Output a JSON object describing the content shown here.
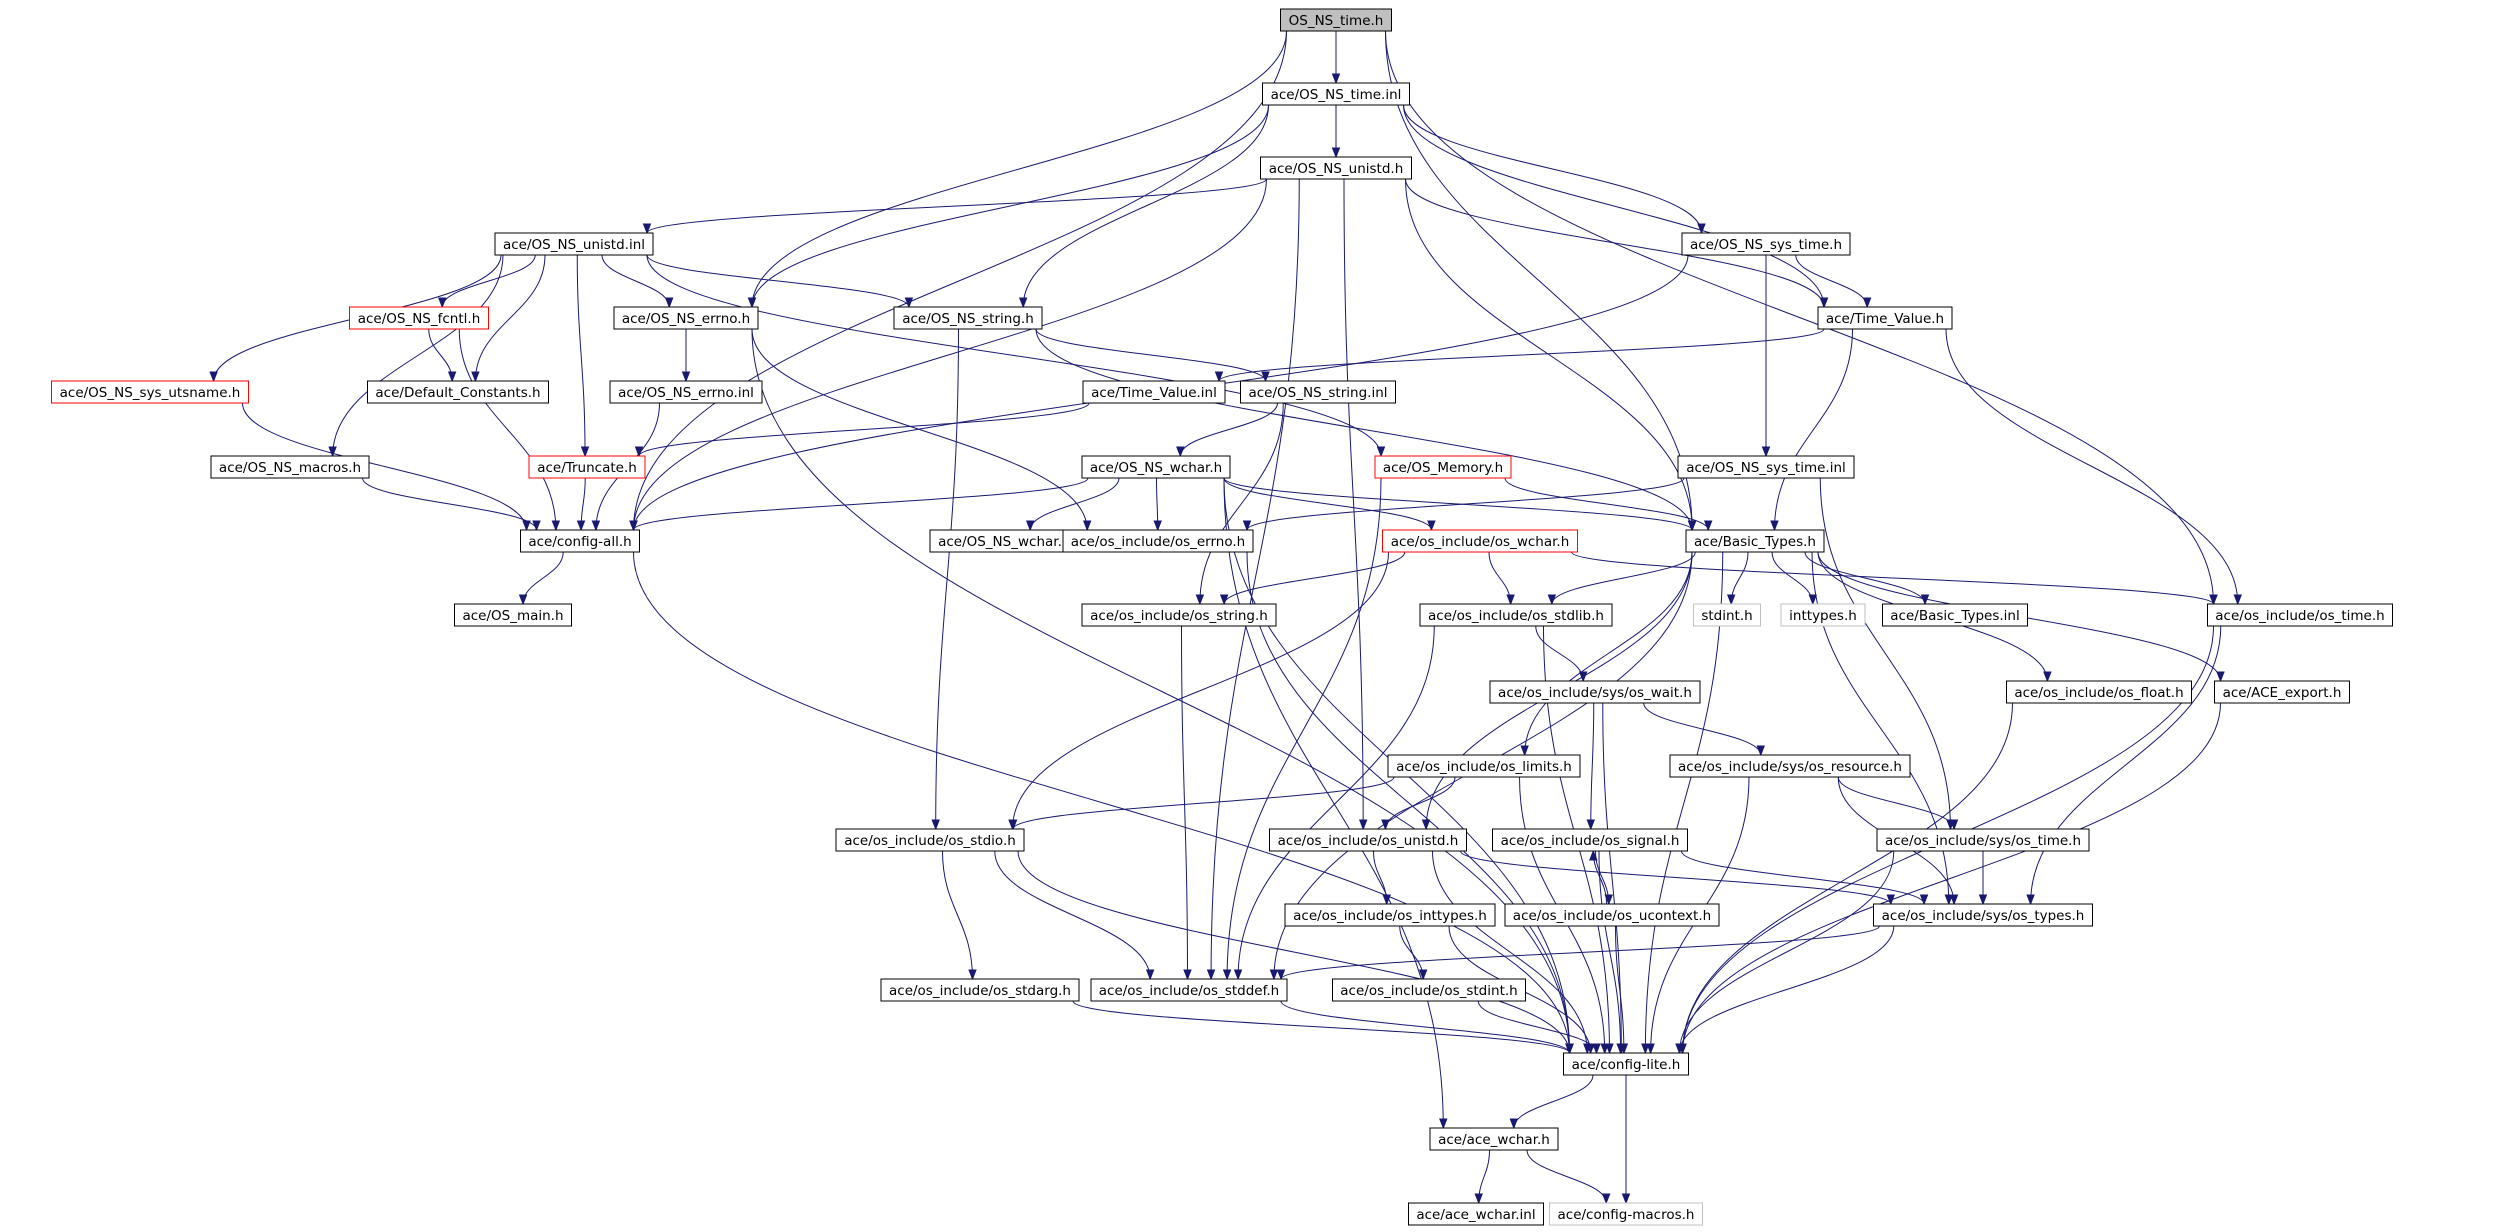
{
  "nodes": [
    {
      "id": "n_os_ns_time_h",
      "label": "OS_NS_time.h",
      "style": "root"
    },
    {
      "id": "n_os_ns_time_inl",
      "label": "ace/OS_NS_time.inl",
      "style": "normal"
    },
    {
      "id": "n_os_ns_unistd_h",
      "label": "ace/OS_NS_unistd.h",
      "style": "normal"
    },
    {
      "id": "n_os_ns_unistd_inl",
      "label": "ace/OS_NS_unistd.inl",
      "style": "normal"
    },
    {
      "id": "n_os_ns_sys_time_h",
      "label": "ace/OS_NS_sys_time.h",
      "style": "normal"
    },
    {
      "id": "n_os_ns_fcntl_h",
      "label": "ace/OS_NS_fcntl.h",
      "style": "red"
    },
    {
      "id": "n_os_ns_errno_h",
      "label": "ace/OS_NS_errno.h",
      "style": "normal"
    },
    {
      "id": "n_os_ns_string_h",
      "label": "ace/OS_NS_string.h",
      "style": "normal"
    },
    {
      "id": "n_time_value_h",
      "label": "ace/Time_Value.h",
      "style": "normal"
    },
    {
      "id": "n_os_ns_sys_utsname_h",
      "label": "ace/OS_NS_sys_utsname.h",
      "style": "red"
    },
    {
      "id": "n_default_constants_h",
      "label": "ace/Default_Constants.h",
      "style": "normal"
    },
    {
      "id": "n_os_ns_errno_inl",
      "label": "ace/OS_NS_errno.inl",
      "style": "normal"
    },
    {
      "id": "n_time_value_inl",
      "label": "ace/Time_Value.inl",
      "style": "normal"
    },
    {
      "id": "n_os_ns_string_inl",
      "label": "ace/OS_NS_string.inl",
      "style": "normal"
    },
    {
      "id": "n_os_ns_macros_h",
      "label": "ace/OS_NS_macros.h",
      "style": "normal"
    },
    {
      "id": "n_truncate_h",
      "label": "ace/Truncate.h",
      "style": "red"
    },
    {
      "id": "n_os_ns_wchar_h",
      "label": "ace/OS_NS_wchar.h",
      "style": "normal"
    },
    {
      "id": "n_os_memory_h",
      "label": "ace/OS_Memory.h",
      "style": "red"
    },
    {
      "id": "n_os_ns_sys_time_inl",
      "label": "ace/OS_NS_sys_time.inl",
      "style": "normal"
    },
    {
      "id": "n_config_all_h",
      "label": "ace/config-all.h",
      "style": "normal"
    },
    {
      "id": "n_os_ns_wchar_inl",
      "label": "ace/OS_NS_wchar.inl",
      "style": "normal"
    },
    {
      "id": "n_os_errno_h",
      "label": "ace/os_include/os_errno.h",
      "style": "normal"
    },
    {
      "id": "n_os_wchar_h",
      "label": "ace/os_include/os_wchar.h",
      "style": "red"
    },
    {
      "id": "n_basic_types_h",
      "label": "ace/Basic_Types.h",
      "style": "normal"
    },
    {
      "id": "n_os_main_h",
      "label": "ace/OS_main.h",
      "style": "normal"
    },
    {
      "id": "n_os_string_h",
      "label": "ace/os_include/os_string.h",
      "style": "normal"
    },
    {
      "id": "n_os_stdlib_h",
      "label": "ace/os_include/os_stdlib.h",
      "style": "normal"
    },
    {
      "id": "n_stdint_h",
      "label": "stdint.h",
      "style": "gray"
    },
    {
      "id": "n_inttypes_h",
      "label": "inttypes.h",
      "style": "gray"
    },
    {
      "id": "n_basic_types_inl",
      "label": "ace/Basic_Types.inl",
      "style": "normal"
    },
    {
      "id": "n_os_time_h",
      "label": "ace/os_include/os_time.h",
      "style": "normal"
    },
    {
      "id": "n_sys_os_wait_h",
      "label": "ace/os_include/sys/os_wait.h",
      "style": "normal"
    },
    {
      "id": "n_os_float_h",
      "label": "ace/os_include/os_float.h",
      "style": "normal"
    },
    {
      "id": "n_ace_export_h",
      "label": "ace/ACE_export.h",
      "style": "normal"
    },
    {
      "id": "n_os_limits_h",
      "label": "ace/os_include/os_limits.h",
      "style": "normal"
    },
    {
      "id": "n_sys_os_resource_h",
      "label": "ace/os_include/sys/os_resource.h",
      "style": "normal"
    },
    {
      "id": "n_os_stdio_h",
      "label": "ace/os_include/os_stdio.h",
      "style": "normal"
    },
    {
      "id": "n_os_unistd_h",
      "label": "ace/os_include/os_unistd.h",
      "style": "normal"
    },
    {
      "id": "n_os_signal_h",
      "label": "ace/os_include/os_signal.h",
      "style": "normal"
    },
    {
      "id": "n_sys_os_time_h",
      "label": "ace/os_include/sys/os_time.h",
      "style": "normal"
    },
    {
      "id": "n_os_inttypes_h",
      "label": "ace/os_include/os_inttypes.h",
      "style": "normal"
    },
    {
      "id": "n_os_ucontext_h",
      "label": "ace/os_include/os_ucontext.h",
      "style": "normal"
    },
    {
      "id": "n_sys_os_types_h",
      "label": "ace/os_include/sys/os_types.h",
      "style": "normal"
    },
    {
      "id": "n_os_stdarg_h",
      "label": "ace/os_include/os_stdarg.h",
      "style": "normal"
    },
    {
      "id": "n_os_stddef_h",
      "label": "ace/os_include/os_stddef.h",
      "style": "normal"
    },
    {
      "id": "n_os_stdint_h",
      "label": "ace/os_include/os_stdint.h",
      "style": "normal"
    },
    {
      "id": "n_config_lite_h",
      "label": "ace/config-lite.h",
      "style": "normal"
    },
    {
      "id": "n_ace_wchar_h",
      "label": "ace/ace_wchar.h",
      "style": "normal"
    },
    {
      "id": "n_ace_wchar_inl",
      "label": "ace/ace_wchar.inl",
      "style": "normal"
    },
    {
      "id": "n_config_macros_h",
      "label": "ace/config-macros.h",
      "style": "gray"
    }
  ],
  "edges": [
    [
      "n_os_ns_time_h",
      "n_os_ns_time_inl"
    ],
    [
      "n_os_ns_time_h",
      "n_config_all_h"
    ],
    [
      "n_os_ns_time_h",
      "n_os_ns_errno_h"
    ],
    [
      "n_os_ns_time_h",
      "n_basic_types_h"
    ],
    [
      "n_os_ns_time_h",
      "n_os_time_h"
    ],
    [
      "n_os_ns_time_inl",
      "n_os_ns_unistd_h"
    ],
    [
      "n_os_ns_time_inl",
      "n_os_ns_errno_h"
    ],
    [
      "n_os_ns_time_inl",
      "n_os_ns_string_h"
    ],
    [
      "n_os_ns_time_inl",
      "n_os_ns_sys_time_h"
    ],
    [
      "n_os_ns_time_inl",
      "n_time_value_h"
    ],
    [
      "n_os_ns_unistd_h",
      "n_os_ns_unistd_inl"
    ],
    [
      "n_os_ns_unistd_h",
      "n_config_all_h"
    ],
    [
      "n_os_ns_unistd_h",
      "n_time_value_h"
    ],
    [
      "n_os_ns_unistd_h",
      "n_basic_types_h"
    ],
    [
      "n_os_ns_unistd_h",
      "n_os_unistd_h"
    ],
    [
      "n_os_ns_unistd_h",
      "n_os_stddef_h"
    ],
    [
      "n_os_ns_unistd_inl",
      "n_os_ns_sys_utsname_h"
    ],
    [
      "n_os_ns_unistd_inl",
      "n_os_ns_macros_h"
    ],
    [
      "n_os_ns_unistd_inl",
      "n_os_ns_fcntl_h"
    ],
    [
      "n_os_ns_unistd_inl",
      "n_default_constants_h"
    ],
    [
      "n_os_ns_unistd_inl",
      "n_os_ns_errno_h"
    ],
    [
      "n_os_ns_unistd_inl",
      "n_os_ns_string_h"
    ],
    [
      "n_os_ns_unistd_inl",
      "n_truncate_h"
    ],
    [
      "n_os_ns_unistd_inl",
      "n_os_memory_h"
    ],
    [
      "n_os_ns_sys_time_h",
      "n_time_value_h"
    ],
    [
      "n_os_ns_sys_time_h",
      "n_os_ns_sys_time_inl"
    ],
    [
      "n_os_ns_sys_time_h",
      "n_config_all_h"
    ],
    [
      "n_os_ns_fcntl_h",
      "n_default_constants_h"
    ],
    [
      "n_os_ns_fcntl_h",
      "n_config_all_h"
    ],
    [
      "n_os_ns_errno_h",
      "n_os_ns_errno_inl"
    ],
    [
      "n_os_ns_errno_h",
      "n_os_errno_h"
    ],
    [
      "n_os_ns_errno_h",
      "n_config_lite_h"
    ],
    [
      "n_os_ns_string_h",
      "n_os_ns_string_inl"
    ],
    [
      "n_os_ns_string_h",
      "n_basic_types_h"
    ],
    [
      "n_os_ns_string_h",
      "n_os_stdio_h"
    ],
    [
      "n_time_value_h",
      "n_time_value_inl"
    ],
    [
      "n_time_value_h",
      "n_basic_types_h"
    ],
    [
      "n_time_value_h",
      "n_os_time_h"
    ],
    [
      "n_os_ns_sys_utsname_h",
      "n_config_all_h"
    ],
    [
      "n_os_ns_errno_inl",
      "n_config_all_h"
    ],
    [
      "n_time_value_inl",
      "n_truncate_h"
    ],
    [
      "n_os_ns_string_inl",
      "n_os_ns_wchar_h"
    ],
    [
      "n_os_ns_string_inl",
      "n_os_string_h"
    ],
    [
      "n_os_ns_macros_h",
      "n_config_all_h"
    ],
    [
      "n_truncate_h",
      "n_config_all_h"
    ],
    [
      "n_os_ns_wchar_h",
      "n_config_all_h"
    ],
    [
      "n_os_ns_wchar_h",
      "n_os_ns_wchar_inl"
    ],
    [
      "n_os_ns_wchar_h",
      "n_os_errno_h"
    ],
    [
      "n_os_ns_wchar_h",
      "n_os_wchar_h"
    ],
    [
      "n_os_ns_wchar_h",
      "n_basic_types_h"
    ],
    [
      "n_os_ns_wchar_h",
      "n_ace_wchar_h"
    ],
    [
      "n_os_ns_wchar_h",
      "n_config_lite_h"
    ],
    [
      "n_os_memory_h",
      "n_basic_types_h"
    ],
    [
      "n_os_memory_h",
      "n_os_stddef_h"
    ],
    [
      "n_os_ns_sys_time_inl",
      "n_os_errno_h"
    ],
    [
      "n_os_ns_sys_time_inl",
      "n_sys_os_time_h"
    ],
    [
      "n_config_all_h",
      "n_os_main_h"
    ],
    [
      "n_config_all_h",
      "n_config_lite_h"
    ],
    [
      "n_os_errno_h",
      "n_config_lite_h"
    ],
    [
      "n_os_wchar_h",
      "n_os_string_h"
    ],
    [
      "n_os_wchar_h",
      "n_os_stdlib_h"
    ],
    [
      "n_os_wchar_h",
      "n_os_stdio_h"
    ],
    [
      "n_os_wchar_h",
      "n_os_time_h"
    ],
    [
      "n_basic_types_h",
      "n_os_stdlib_h"
    ],
    [
      "n_basic_types_h",
      "n_stdint_h"
    ],
    [
      "n_basic_types_h",
      "n_inttypes_h"
    ],
    [
      "n_basic_types_h",
      "n_basic_types_inl"
    ],
    [
      "n_basic_types_h",
      "n_os_float_h"
    ],
    [
      "n_basic_types_h",
      "n_ace_export_h"
    ],
    [
      "n_basic_types_h",
      "n_os_limits_h"
    ],
    [
      "n_basic_types_h",
      "n_os_unistd_h"
    ],
    [
      "n_basic_types_h",
      "n_sys_os_types_h"
    ],
    [
      "n_basic_types_h",
      "n_os_stddef_h"
    ],
    [
      "n_basic_types_h",
      "n_config_lite_h"
    ],
    [
      "n_os_string_h",
      "n_os_stddef_h"
    ],
    [
      "n_os_stdlib_h",
      "n_sys_os_wait_h"
    ],
    [
      "n_os_stdlib_h",
      "n_os_stddef_h"
    ],
    [
      "n_os_stdlib_h",
      "n_config_lite_h"
    ],
    [
      "n_os_time_h",
      "n_sys_os_types_h"
    ],
    [
      "n_os_time_h",
      "n_config_lite_h"
    ],
    [
      "n_sys_os_wait_h",
      "n_sys_os_resource_h"
    ],
    [
      "n_sys_os_wait_h",
      "n_os_signal_h"
    ],
    [
      "n_sys_os_wait_h",
      "n_config_lite_h"
    ],
    [
      "n_os_float_h",
      "n_config_lite_h"
    ],
    [
      "n_ace_export_h",
      "n_config_lite_h"
    ],
    [
      "n_os_limits_h",
      "n_os_stdio_h"
    ],
    [
      "n_os_limits_h",
      "n_os_unistd_h"
    ],
    [
      "n_os_limits_h",
      "n_config_lite_h"
    ],
    [
      "n_sys_os_resource_h",
      "n_sys_os_time_h"
    ],
    [
      "n_sys_os_resource_h",
      "n_sys_os_types_h"
    ],
    [
      "n_sys_os_resource_h",
      "n_config_lite_h"
    ],
    [
      "n_os_stdio_h",
      "n_os_stdarg_h"
    ],
    [
      "n_os_stdio_h",
      "n_os_stddef_h"
    ],
    [
      "n_os_stdio_h",
      "n_config_lite_h"
    ],
    [
      "n_os_unistd_h",
      "n_os_inttypes_h"
    ],
    [
      "n_os_unistd_h",
      "n_sys_os_types_h"
    ],
    [
      "n_os_unistd_h",
      "n_config_lite_h"
    ],
    [
      "n_os_signal_h",
      "n_os_ucontext_h"
    ],
    [
      "n_os_signal_h",
      "n_sys_os_types_h"
    ],
    [
      "n_os_signal_h",
      "n_config_lite_h"
    ],
    [
      "n_sys_os_time_h",
      "n_sys_os_types_h"
    ],
    [
      "n_sys_os_time_h",
      "n_config_lite_h"
    ],
    [
      "n_os_inttypes_h",
      "n_os_stdint_h"
    ],
    [
      "n_os_inttypes_h",
      "n_config_lite_h"
    ],
    [
      "n_os_ucontext_h",
      "n_os_signal_h"
    ],
    [
      "n_os_ucontext_h",
      "n_config_lite_h"
    ],
    [
      "n_sys_os_types_h",
      "n_os_stddef_h"
    ],
    [
      "n_sys_os_types_h",
      "n_config_lite_h"
    ],
    [
      "n_os_stdarg_h",
      "n_config_lite_h"
    ],
    [
      "n_os_stddef_h",
      "n_config_lite_h"
    ],
    [
      "n_os_stdint_h",
      "n_config_lite_h"
    ],
    [
      "n_config_lite_h",
      "n_ace_wchar_h"
    ],
    [
      "n_config_lite_h",
      "n_config_macros_h"
    ],
    [
      "n_ace_wchar_h",
      "n_ace_wchar_inl"
    ],
    [
      "n_ace_wchar_h",
      "n_config_macros_h"
    ]
  ],
  "colors": {
    "edge": "#191970",
    "node_border": "#000000",
    "red_border": "#ff0000",
    "gray_border": "#bfbfbf",
    "root_fill": "#bfbfbf",
    "node_fill": "#ffffff"
  }
}
